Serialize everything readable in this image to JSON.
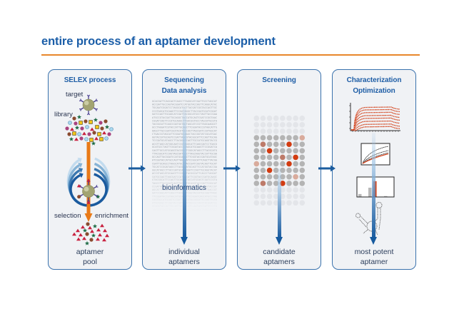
{
  "title": "entire process of an aptamer development",
  "theme": {
    "title_color": "#1b5ea8",
    "rule_color": "#e8872b",
    "panel_border": "#3a72ad",
    "panel_bg": "#f0f2f5",
    "flow_arrow": "#1b5c9e",
    "selex_arrow": "#e97a17",
    "hit_high": "#d23c12",
    "hit_medium": "#bd7a69",
    "hit_low": "#d9ab9c",
    "well_screened": "#b4b4b4",
    "well_empty": "#e3e5e9"
  },
  "panels": [
    {
      "heading": [
        "SELEX process"
      ],
      "result": [
        "aptamer",
        "pool"
      ],
      "labels": {
        "target": "target",
        "library": "library",
        "selection": "selection",
        "enrichment": "enrichment"
      },
      "selection_rounds": 4
    },
    {
      "heading": [
        "Sequencing",
        "Data analysis"
      ],
      "result": [
        "individual",
        "aptamers"
      ],
      "labels": {
        "process": "bioinformatics"
      },
      "sequences": [
        "GCACGATTCAGCAGTCAGCCTTAGGCATCGATTGCCTAGCAT",
        "ACCGATTGCCAGTACGGATCCATGGTACCAGTTCAGGCATAC",
        "TGCAATCGGATCCTAGGCATGCTTACGATCGGTACCAGTTGC",
        "CCGTAGCATGCAAGTTCCGATAGGCTTACCGATGCATCGGAT",
        "GATCCAGTTGCAGCATCGATTACGGCATGCCTAGTTACCGAA",
        "ATGCCGTACGATTGCAGGCTACCATGCAGTCGATCCGGTAAC",
        "CGGATCAGTTCCATGCAAGCTTGACGGTACCTAGCATGCGTA",
        "TACGGCATTCAGCCGATGGTACTAGCATCCGTTAGCAAGGCT",
        "GCCTAGGATCGTACCATTGCAGCTTCGGATACCGTAGCATTG",
        "AAGCTTGCCGATCGGTACATGCCAGTTAGCGATCCATGGCAT",
        "CTGACCGTAGCATTCGGATGCAAGCTACCGGTATCGCATGAC",
        "GGTACCATGCAGTCCGATTAGCGTACGGCATTCCAGTTGCAG",
        "TCCGATGCATAGCCTTACGGATCAGTTGCCATGCAGGTACCG",
        "ACGTTAGCCATGGCAATCCGTAGGCATTCAGCGATCCTGACG",
        "GCATGCCTAGTTCGGATACCGTAGCATGCAAGTTCCGGATCA",
        "CAGTTGCCATGCAGGTACCGATTCGGCATAGCCTTACGCATG",
        "TTACGGCATCCAGTAGCGATGCCTTAGCAGGTACCATTGCGA",
        "GCCAGTTACGGATCCATGCAAGCTTCGGTACCGATGCATAGC",
        "ATCGGTACCATGCCAGTTAGCGATCCGGCATTCAGCTTACGG",
        "CGATTGCAGCCTAGGCATGCTTACCGATCGGTACAGTTGCAT",
        "TGCATCCGGATAGCCTTACGGCATGCAGTTCCATGGTACCGA",
        "GGCATAGCCTTACCGATGCATCGGATCCAGTTGCAGGTACAT",
        "ACCGTAGCATGCAAGTTCCGGATACGGCATTCAGCCTAGGAT",
        "CATGCCAGTTAGCGATCCATGGCATTCGGTACCGATGCAAGC",
        "GTACGGCATTCCAGTTGCAGGCTACCATGCAGTCGATCCGTA",
        "TAGCCTTACGGATCAGTTGCCATGCAGGTACCGATTCGGCAT",
        "CCGATGCATAGCCTTACGGATCAGTTGCCATGCAGGTACCGT",
        "AGCATTCGGATGCAAGCTACCGGTATCGCATGACCTGACCGT",
        "GATCCGGCATTCAGCTTACGGATCGGTACCATGCCAGTTAGC",
        "TTCGGATACCGTAGCATGCAAGTTCCGGATCAGCATGCCTAG",
        "CGGTACCATGCAGTCCGATTAGCGTACGGCATTCCAGTTGCA",
        "ATGCAAGCTTCGGTACCGATGCATAGCGCCAGTTACGGATCC",
        "GCAGGTACCATTGCGATTACGGCATCCAGTAGCGATGCCTTA",
        "TACCGATCGGTACAGTTGCATCGATTGCAGCCTAGGCATGCT"
      ]
    },
    {
      "heading": [
        "Screening"
      ],
      "result": [
        "candidate",
        "aptamers"
      ],
      "grid": {
        "rows": 14,
        "cols": 8,
        "screened_rows": [
          3,
          10
        ],
        "hits": [
          {
            "row": 3,
            "col": 7,
            "level": "low"
          },
          {
            "row": 4,
            "col": 1,
            "level": "medium"
          },
          {
            "row": 4,
            "col": 5,
            "level": "high"
          },
          {
            "row": 5,
            "col": 2,
            "level": "high"
          },
          {
            "row": 6,
            "col": 4,
            "level": "medium"
          },
          {
            "row": 6,
            "col": 6,
            "level": "high"
          },
          {
            "row": 7,
            "col": 0,
            "level": "low"
          },
          {
            "row": 7,
            "col": 5,
            "level": "high"
          },
          {
            "row": 8,
            "col": 2,
            "level": "high"
          },
          {
            "row": 9,
            "col": 6,
            "level": "low"
          },
          {
            "row": 10,
            "col": 1,
            "level": "medium"
          },
          {
            "row": 10,
            "col": 4,
            "level": "high"
          }
        ]
      }
    },
    {
      "heading": [
        "Characterization",
        "Optimization"
      ],
      "result": [
        "most potent",
        "aptamer"
      ],
      "sensorgram_responses": [
        0.9,
        0.8,
        0.69,
        0.57,
        0.46,
        0.34,
        0.22,
        0.12
      ],
      "affinity_curves": [
        0.8,
        0.6,
        0.5,
        0.45
      ],
      "activity_bars": {
        "values": [
          0.15,
          0.52,
          0.9,
          0.03
        ],
        "highlight": 2
      }
    }
  ]
}
